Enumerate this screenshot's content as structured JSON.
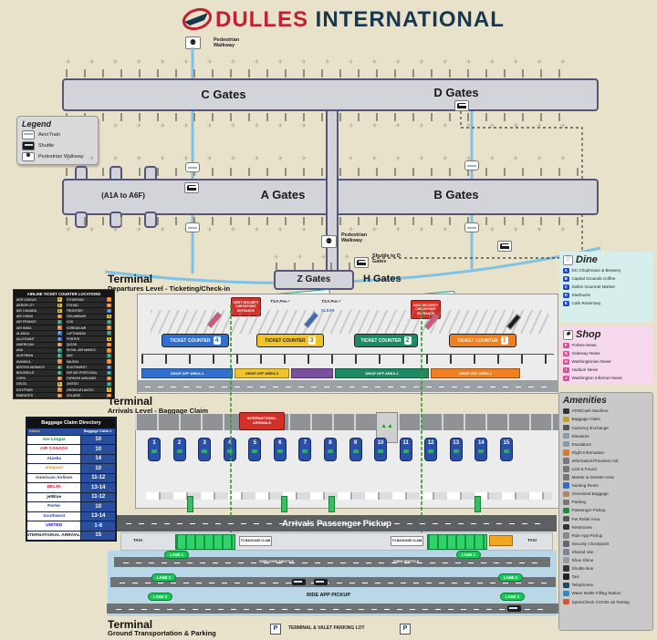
{
  "header": {
    "title_red": "DULLES",
    "title_blue": "INTERNATIONAL"
  },
  "legend": {
    "title": "Legend",
    "items": [
      "AeroTrain",
      "Shuttle",
      "Pedestrian Walkway"
    ]
  },
  "gates": {
    "c": "C Gates",
    "d": "D Gates",
    "a": "A Gates",
    "b": "B Gates",
    "a_annex": "(A1A to A6F)",
    "z": "Z Gates",
    "h": "H Gates"
  },
  "labels": {
    "pedestrian_walkway": "Pedestrian Walkway",
    "shuttle_to_d": "Shuttle to D Gates",
    "security_checkpoint": "Security Checkpoint",
    "tsa_pre": "TSA Pre✓",
    "clear": "CLEAR",
    "west_entrance": "WEST SECURITY CHECKPOINT ENTRANCE",
    "east_entrance": "EAST SECURITY CHECKPOINT ENTRANCE",
    "international_arrivals": "INTERNATIONAL ARRIVALS",
    "to_baggage_claim": "TO BAGGAGE CLAIM",
    "taxi": "TAXI",
    "parking_icon": "P"
  },
  "sections": {
    "departures": {
      "title": "Terminal",
      "subtitle": "Departures Level - Ticketing/Check-in"
    },
    "arrivals": {
      "title": "Terminal",
      "subtitle": "Arrivals Level - Baggage Claim"
    },
    "ground": {
      "title": "Terminal",
      "subtitle": "Ground Transportation & Parking"
    }
  },
  "ticket_counters": [
    {
      "label": "TICKET COUNTER",
      "num": "4",
      "color": "#2f6fce"
    },
    {
      "label": "TICKET COUNTER",
      "num": "3",
      "color": "#f0c428"
    },
    {
      "label": "TICKET COUNTER",
      "num": "2",
      "color": "#1d8a63"
    },
    {
      "label": "TICKET COUNTER",
      "num": "1",
      "color": "#f07f1f"
    }
  ],
  "drop_off": [
    {
      "label": "DROP OFF AREA 4",
      "color": "#2f6fce"
    },
    {
      "label": "DROP OFF AREA 3",
      "color": "#f0c428"
    },
    {
      "label": "",
      "color": "#7a4fa0"
    },
    {
      "label": "DROP OFF AREA 2",
      "color": "#1d8a63"
    },
    {
      "label": "DROP OFF AREA 1",
      "color": "#f07f1f"
    }
  ],
  "airline_table": {
    "title": "AIRLINE TICKET COUNTER LOCATIONS",
    "left": [
      {
        "n": "AER LINGUS",
        "c": "3"
      },
      {
        "n": "AEROFLOT",
        "c": "3"
      },
      {
        "n": "AIR CANADA",
        "c": "3"
      },
      {
        "n": "AIR CHINA",
        "c": "1"
      },
      {
        "n": "AIR FRANCE",
        "c": "2"
      },
      {
        "n": "AIR INDIA",
        "c": "1"
      },
      {
        "n": "ALASKA",
        "c": "4"
      },
      {
        "n": "ALLEGIANT",
        "c": "4"
      },
      {
        "n": "AMERICAN",
        "c": "1"
      },
      {
        "n": "ANA",
        "c": "2"
      },
      {
        "n": "AUSTRIAN",
        "c": "2"
      },
      {
        "n": "AVIANCA",
        "c": "1"
      },
      {
        "n": "BRITISH AIRWAYS",
        "c": "2"
      },
      {
        "n": "BRUSSELS",
        "c": "2"
      },
      {
        "n": "COPA",
        "c": "1"
      },
      {
        "n": "DELTA",
        "c": "3"
      },
      {
        "n": "EGYPTAIR",
        "c": "1"
      },
      {
        "n": "EMIRATES",
        "c": "1"
      }
    ],
    "right": [
      {
        "n": "ETHIOPIAN",
        "c": "1"
      },
      {
        "n": "ETIHAD",
        "c": "1"
      },
      {
        "n": "FRONTIER",
        "c": "4"
      },
      {
        "n": "ICELANDAIR",
        "c": "3"
      },
      {
        "n": "KLM",
        "c": "2"
      },
      {
        "n": "KOREAN AIR",
        "c": "1"
      },
      {
        "n": "LUFTHANSA",
        "c": "2"
      },
      {
        "n": "PORTER",
        "c": "3"
      },
      {
        "n": "QATAR",
        "c": "1"
      },
      {
        "n": "ROYAL AIR MAROC",
        "c": "1"
      },
      {
        "n": "SAS",
        "c": "2"
      },
      {
        "n": "SAUDIA",
        "c": "1"
      },
      {
        "n": "SOUTHWEST",
        "c": "4"
      },
      {
        "n": "TAP AIR PORTUGAL",
        "c": "2"
      },
      {
        "n": "TURKISH AIRLINES",
        "c": "1"
      },
      {
        "n": "UNITED",
        "c": "2"
      },
      {
        "n": "VIRGIN ATLANTIC",
        "c": "3"
      },
      {
        "n": "VOLARIS",
        "c": "1"
      }
    ]
  },
  "baggage_directory": {
    "title": "Baggage Claim Directory",
    "col_airline": "Airline",
    "col_claim": "Baggage Claim #",
    "rows": [
      {
        "airline": "Aer Lingus",
        "claim": "10",
        "color": "#0b8a42"
      },
      {
        "airline": "AIR CANADA",
        "claim": "10",
        "color": "#d22630"
      },
      {
        "airline": "Alaska",
        "claim": "14",
        "color": "#1c3f94"
      },
      {
        "airline": "allegiant",
        "claim": "10",
        "color": "#f4901e"
      },
      {
        "airline": "American Airlines",
        "claim": "11-12",
        "color": "#36495a"
      },
      {
        "airline": "DELTA",
        "claim": "13-14",
        "color": "#c8102e"
      },
      {
        "airline": "jetBlue",
        "claim": "11-12",
        "color": "#101e40"
      },
      {
        "airline": "Porter",
        "claim": "10",
        "color": "#1c3f94"
      },
      {
        "airline": "Southwest",
        "claim": "13-14",
        "color": "#304cb2"
      },
      {
        "airline": "UNITED",
        "claim": "1-6",
        "color": "#1414d2"
      },
      {
        "airline": "INTERNATIONAL ARRIVALS",
        "claim": "15",
        "color": "#222222"
      }
    ]
  },
  "carousels": [
    "1",
    "2",
    "3",
    "4",
    "5",
    "6",
    "7",
    "8",
    "9",
    "10",
    "11",
    "12",
    "13",
    "14",
    "15"
  ],
  "pickup": {
    "road": "Arrivals Passenger Pickup",
    "ride_app": "RIDE APP PICKUP",
    "parking": "TERMINAL & VALET PARKING LOT",
    "employee_shuttle": "EMPLOYEE SHUTTLE",
    "crew_shuttle": "CREW SHUTTLE",
    "lane1": "LANE 1",
    "lane2": "LANE 2",
    "lane3": "LANE 3"
  },
  "dine": {
    "title": "Dine",
    "items": [
      {
        "badge": "A",
        "name": "DC Chophouse & Brewery"
      },
      {
        "badge": "B",
        "name": "Capital Grounds Coffee"
      },
      {
        "badge": "C",
        "name": "Dulles Gourmet Market"
      },
      {
        "badge": "D",
        "name": "Starbucks"
      },
      {
        "badge": "E",
        "name": "Cafe Rosemary"
      }
    ]
  },
  "shop": {
    "title": "Shop",
    "items": [
      {
        "badge": "F",
        "name": "Forbes News"
      },
      {
        "badge": "G",
        "name": "Gateway News"
      },
      {
        "badge": "H",
        "name": "Washingtonian News"
      },
      {
        "badge": "I",
        "name": "Hudson News"
      },
      {
        "badge": "J",
        "name": "Washington Informer News"
      }
    ]
  },
  "amenities": {
    "title": "Amenities",
    "items": [
      {
        "name": "ATM/Cash Machine",
        "c": "#333333"
      },
      {
        "name": "Baggage Claim",
        "c": "#c8a028"
      },
      {
        "name": "Currency Exchange",
        "c": "#555555"
      },
      {
        "name": "Elevators",
        "c": "#8899aa"
      },
      {
        "name": "Escalators",
        "c": "#8899aa"
      },
      {
        "name": "Flight Information",
        "c": "#e07820"
      },
      {
        "name": "Information/Travelers Aid",
        "c": "#777777"
      },
      {
        "name": "Lost & Found",
        "c": "#777777"
      },
      {
        "name": "Meeter & Greeter Area",
        "c": "#777777"
      },
      {
        "name": "Nursing Room",
        "c": "#2a6fce"
      },
      {
        "name": "Oversized Baggage",
        "c": "#aa8866"
      },
      {
        "name": "Parking",
        "c": "#777777"
      },
      {
        "name": "Passenger Pickup",
        "c": "#1d8a3c"
      },
      {
        "name": "Pet Relief Area",
        "c": "#555555"
      },
      {
        "name": "Restrooms",
        "c": "#333333"
      },
      {
        "name": "Ride App Pickup",
        "c": "#888888"
      },
      {
        "name": "Security Checkpoint",
        "c": "#666677"
      },
      {
        "name": "Shared Van",
        "c": "#778899"
      },
      {
        "name": "Shoe Shine",
        "c": "#9999aa"
      },
      {
        "name": "Shuttle Bus",
        "c": "#333333"
      },
      {
        "name": "Taxi",
        "c": "#222222"
      },
      {
        "name": "Telephones",
        "c": "#224466"
      },
      {
        "name": "Water Bottle Filling Station",
        "c": "#2a8ad0"
      },
      {
        "name": "XpresCheck COVID-19 Testing",
        "c": "#e05030"
      }
    ]
  }
}
